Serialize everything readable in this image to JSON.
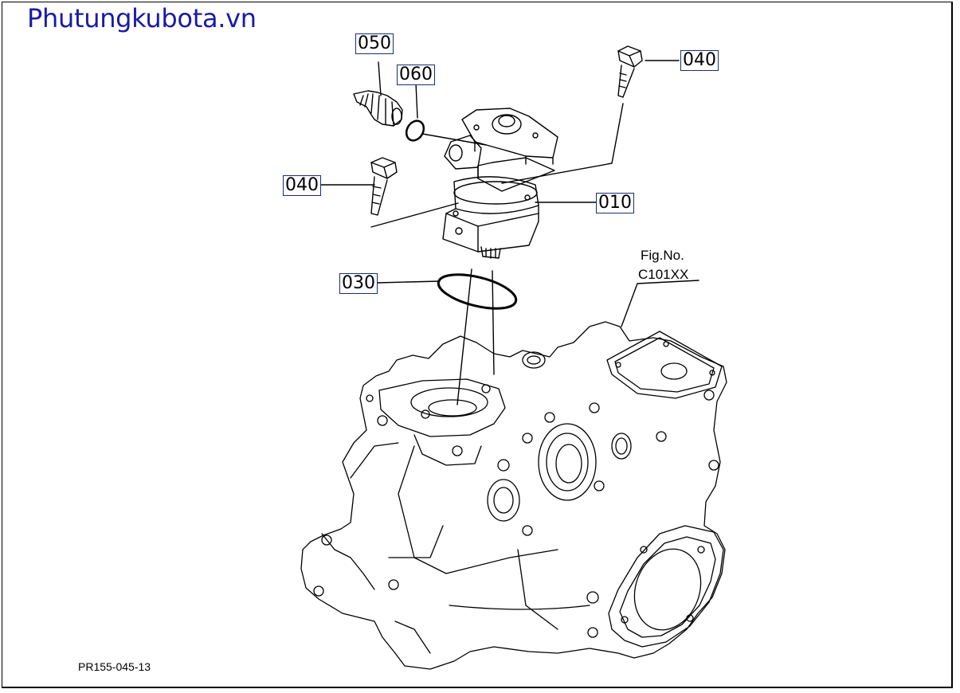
{
  "header": {
    "site_title": "Phutungkubota.vn"
  },
  "callouts": [
    {
      "id": "050",
      "label": "050"
    },
    {
      "id": "060",
      "label": "060"
    },
    {
      "id": "040-top",
      "label": "040"
    },
    {
      "id": "040-left",
      "label": "040"
    },
    {
      "id": "010",
      "label": "010"
    },
    {
      "id": "030",
      "label": "030"
    }
  ],
  "figure_ref": {
    "line1": "Fig.No.",
    "line2": "C101XX"
  },
  "footer": {
    "drawing_code": "PR155-045-13"
  },
  "colors": {
    "callout_border": "#1a2d7a",
    "title": "#1a1aa6",
    "line": "#000000"
  }
}
